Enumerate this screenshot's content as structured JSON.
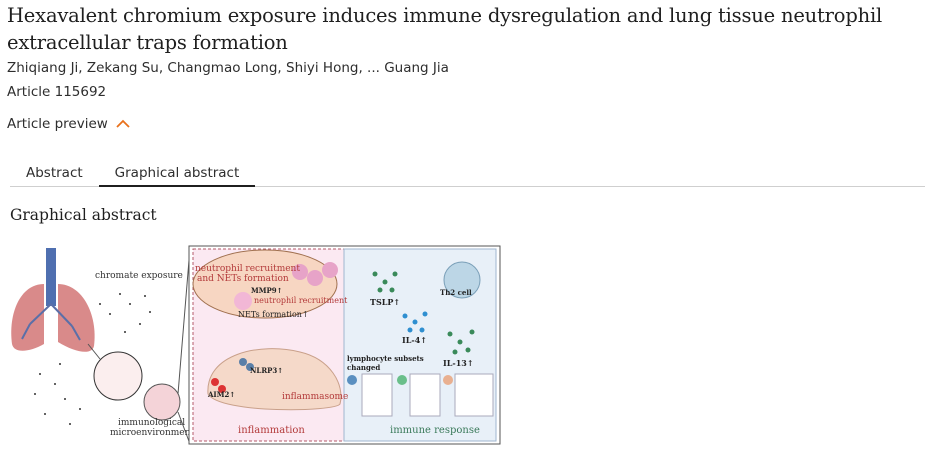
{
  "article": {
    "title": "Hexavalent chromium exposure induces immune dysregulation and lung tissue neutrophil extracellular traps formation",
    "authors": "Zhiqiang Ji, Zekang Su, Changmao Long, Shiyi Hong, ... Guang Jia",
    "article_number": "Article 115692",
    "preview_label": "Article preview",
    "accent": "#e9711c"
  },
  "tabs": [
    {
      "label": "Abstract",
      "active": false
    },
    {
      "label": "Graphical abstract",
      "active": true
    }
  ],
  "section": {
    "heading": "Graphical abstract"
  },
  "figure": {
    "chromate": "chromate exposure",
    "immuno1": "immunological",
    "immuno2": "microenvironment",
    "nr1": "neutrophil recruitment",
    "nr2": "and NETs formation",
    "mmp9": "MMP9↑",
    "nr3": "neutrophil recruitment",
    "nets": "NETs formation↑",
    "nlrp3": "NLRP3↑",
    "aim2": "AIM2↑",
    "inflammasome": "inflammasome",
    "inflammation": "inflammation",
    "tslp": "TSLP↑",
    "th2": "Th2 cell",
    "il4": "IL-4↑",
    "il13": "IL-13↑",
    "lymph1": "lymphocyte subsets",
    "lymph2": "changed",
    "immune": "immune response"
  }
}
